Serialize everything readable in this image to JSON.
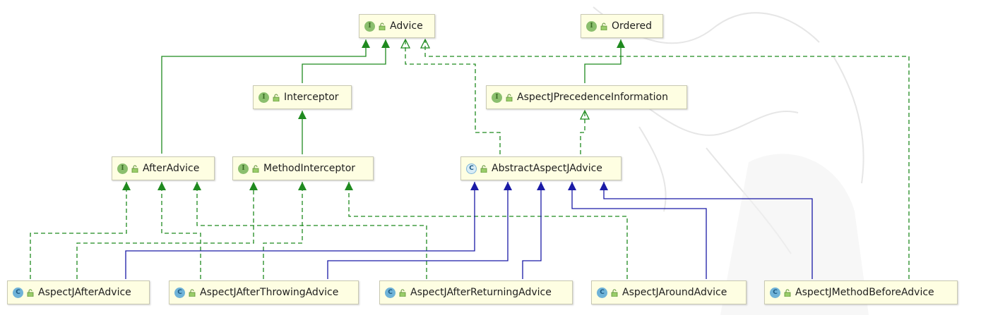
{
  "nodes": {
    "advice": {
      "label": "Advice",
      "kind": "I",
      "kind_name": "interface"
    },
    "ordered": {
      "label": "Ordered",
      "kind": "I",
      "kind_name": "interface"
    },
    "interceptor": {
      "label": "Interceptor",
      "kind": "I",
      "kind_name": "interface"
    },
    "precedence": {
      "label": "AspectJPrecedenceInformation",
      "kind": "I",
      "kind_name": "interface"
    },
    "after_advice": {
      "label": "AfterAdvice",
      "kind": "I",
      "kind_name": "interface"
    },
    "method_interceptor": {
      "label": "MethodInterceptor",
      "kind": "I",
      "kind_name": "interface"
    },
    "abstract_aspectj_advice": {
      "label": "AbstractAspectJAdvice",
      "kind": "C",
      "kind_name": "abstract-class"
    },
    "aspectj_after_advice": {
      "label": "AspectJAfterAdvice",
      "kind": "C",
      "kind_name": "class"
    },
    "aspectj_after_throwing_advice": {
      "label": "AspectJAfterThrowingAdvice",
      "kind": "C",
      "kind_name": "class"
    },
    "aspectj_after_returning_advice": {
      "label": "AspectJAfterReturningAdvice",
      "kind": "C",
      "kind_name": "class"
    },
    "aspectj_around_advice": {
      "label": "AspectJAroundAdvice",
      "kind": "C",
      "kind_name": "class"
    },
    "aspectj_method_before_advice": {
      "label": "AspectJMethodBeforeAdvice",
      "kind": "C",
      "kind_name": "class"
    }
  },
  "relations": [
    {
      "from": "interceptor",
      "to": "advice",
      "type": "extends"
    },
    {
      "from": "after_advice",
      "to": "advice",
      "type": "extends"
    },
    {
      "from": "method_interceptor",
      "to": "interceptor",
      "type": "extends"
    },
    {
      "from": "precedence",
      "to": "ordered",
      "type": "extends"
    },
    {
      "from": "abstract_aspectj_advice",
      "to": "advice",
      "type": "implements"
    },
    {
      "from": "abstract_aspectj_advice",
      "to": "precedence",
      "type": "implements"
    },
    {
      "from": "aspectj_method_before_advice",
      "to": "advice",
      "type": "implements"
    },
    {
      "from": "aspectj_after_advice",
      "to": "after_advice",
      "type": "implements"
    },
    {
      "from": "aspectj_after_advice",
      "to": "method_interceptor",
      "type": "implements"
    },
    {
      "from": "aspectj_after_throwing_advice",
      "to": "after_advice",
      "type": "implements"
    },
    {
      "from": "aspectj_after_throwing_advice",
      "to": "method_interceptor",
      "type": "implements"
    },
    {
      "from": "aspectj_after_returning_advice",
      "to": "after_advice",
      "type": "implements"
    },
    {
      "from": "aspectj_around_advice",
      "to": "method_interceptor",
      "type": "implements"
    },
    {
      "from": "aspectj_after_advice",
      "to": "abstract_aspectj_advice",
      "type": "extends-class"
    },
    {
      "from": "aspectj_after_throwing_advice",
      "to": "abstract_aspectj_advice",
      "type": "extends-class"
    },
    {
      "from": "aspectj_after_returning_advice",
      "to": "abstract_aspectj_advice",
      "type": "extends-class"
    },
    {
      "from": "aspectj_around_advice",
      "to": "abstract_aspectj_advice",
      "type": "extends-class"
    },
    {
      "from": "aspectj_method_before_advice",
      "to": "abstract_aspectj_advice",
      "type": "extends-class"
    }
  ],
  "colors": {
    "interface_edge": "#1f8a1f",
    "class_edge": "#1a1aa6",
    "node_fill": "#fefee2",
    "node_border": "#c9c9b3"
  },
  "icons": {
    "visibility": "unlock-icon",
    "interface": "interface-icon",
    "class": "class-icon",
    "abstract": "abstract-class-icon"
  }
}
